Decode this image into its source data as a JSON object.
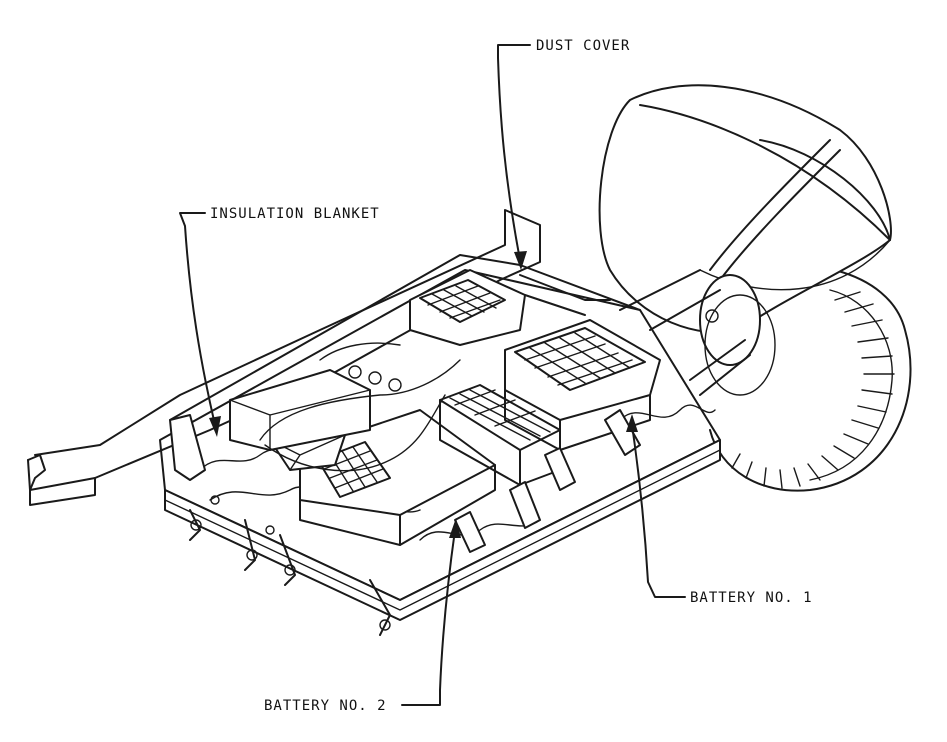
{
  "labels": {
    "dust_cover": "DUST COVER",
    "insulation_blanket": "INSULATION BLANKET",
    "battery_1": "BATTERY NO. 1",
    "battery_2": "BATTERY NO. 2"
  },
  "colors": {
    "ink": "#1a1a1a",
    "paper": "#ffffff"
  }
}
